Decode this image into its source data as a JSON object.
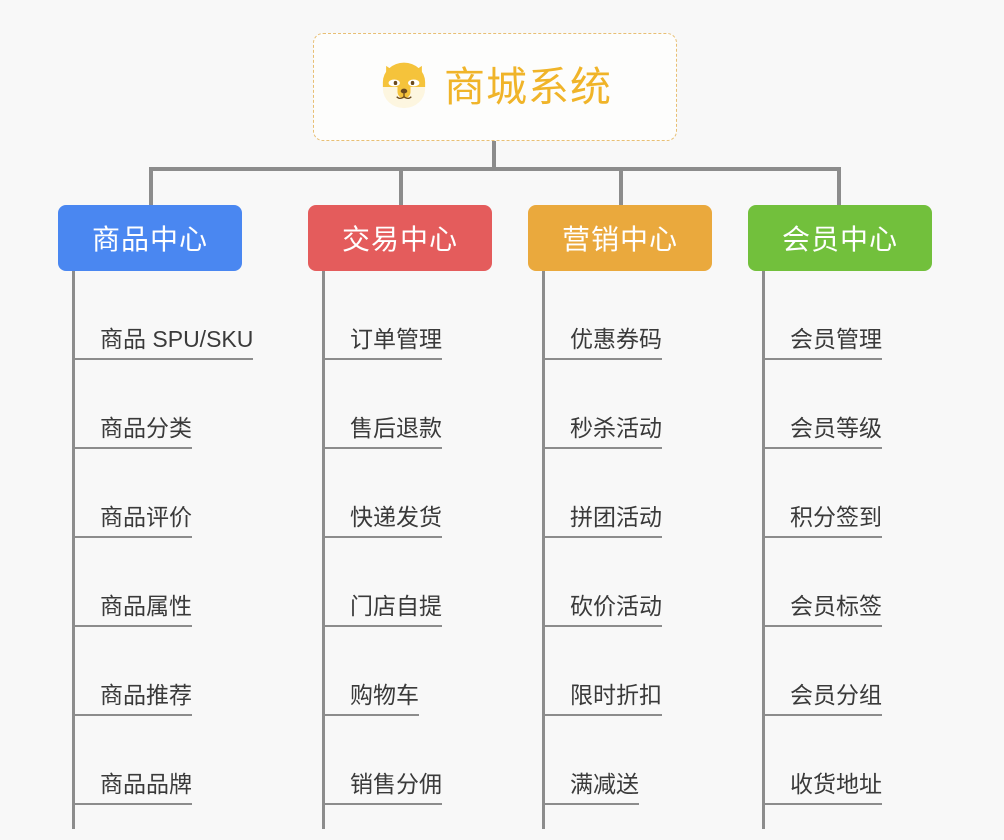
{
  "background_color": "#f8f8f8",
  "root": {
    "icon": "shiba-inu-face-icon",
    "title": "商城系统",
    "title_color": "#f0b429",
    "border_color": "#e8bf74"
  },
  "connector_color": "#8c8c8c",
  "columns": [
    {
      "title": "商品中心",
      "color": "#4a87f1",
      "items": [
        "商品 SPU/SKU",
        "商品分类",
        "商品评价",
        "商品属性",
        "商品推荐",
        "商品品牌"
      ]
    },
    {
      "title": "交易中心",
      "color": "#e45c5c",
      "items": [
        "订单管理",
        "售后退款",
        "快递发货",
        "门店自提",
        "购物车",
        "销售分佣"
      ]
    },
    {
      "title": "营销中心",
      "color": "#eaa93d",
      "items": [
        "优惠券码",
        "秒杀活动",
        "拼团活动",
        "砍价活动",
        "限时折扣",
        "满减送"
      ]
    },
    {
      "title": "会员中心",
      "color": "#72c03c",
      "items": [
        "会员管理",
        "会员等级",
        "积分签到",
        "会员标签",
        "会员分组",
        "收货地址"
      ]
    }
  ]
}
